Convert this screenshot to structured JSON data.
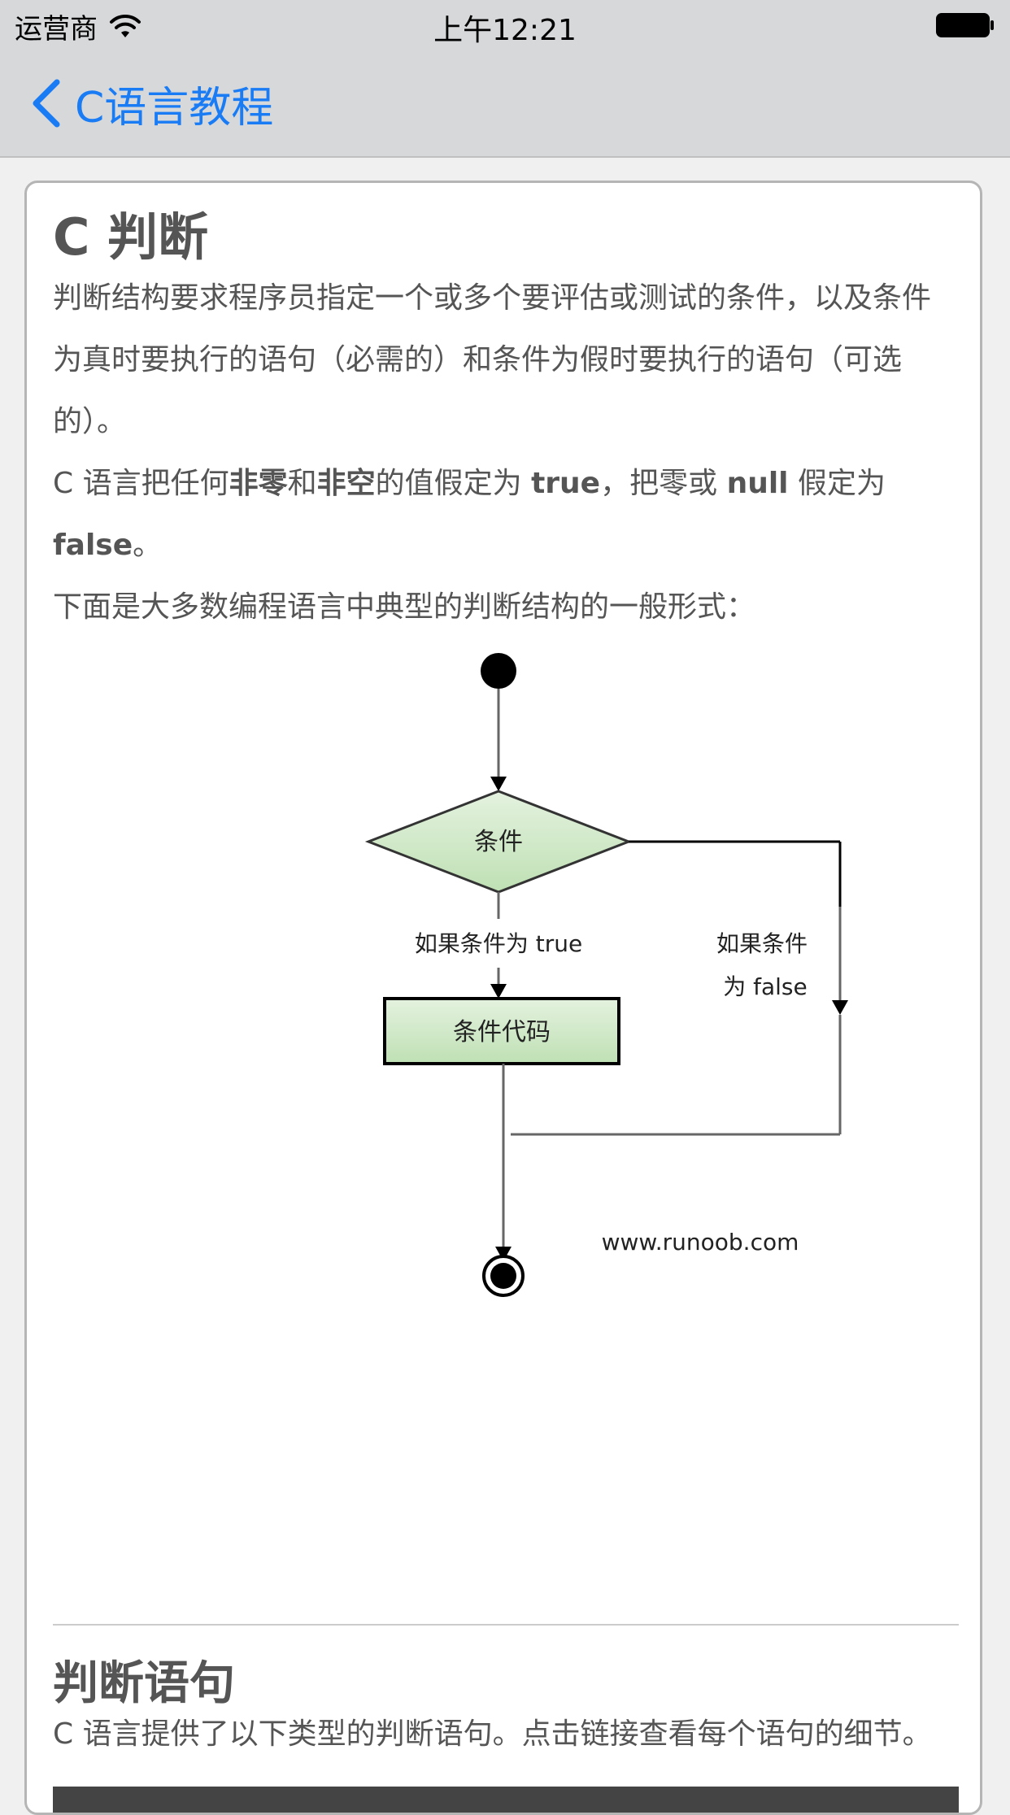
{
  "status_bar": {
    "carrier": "运营商",
    "time": "上午12:21"
  },
  "nav": {
    "back_label": "C语言教程"
  },
  "content": {
    "title": "C 判断",
    "para1": "判断结构要求程序员指定一个或多个要评估或测试的条件，以及条件为真时要执行的语句（必需的）和条件为假时要执行的语句（可选的）。",
    "para2_prefix": "C 语言把任何",
    "para2_bold1": "非零",
    "para2_mid1": "和",
    "para2_bold2": "非空",
    "para2_mid2": "的值假定为 ",
    "para2_true": "true",
    "para2_mid3": "，把零或 ",
    "para2_null": "null",
    "para2_mid4": " 假定为 ",
    "para2_false": "false",
    "para2_end": "。",
    "para3": "下面是大多数编程语言中典型的判断结构的一般形式：",
    "diagram": {
      "condition": "条件",
      "true_label": "如果条件为 true",
      "false_label_line1": "如果条件",
      "false_label_line2": "为 false",
      "code_box": "条件代码",
      "watermark": "www.runoob.com"
    },
    "section_title": "判断语句",
    "section_desc": "C 语言提供了以下类型的判断语句。点击链接查看每个语句的细节。"
  },
  "colors": {
    "accent": "#1a7cf5",
    "diamond_fill": "#cfe8c6",
    "box_fill": "#cfe8c6"
  }
}
